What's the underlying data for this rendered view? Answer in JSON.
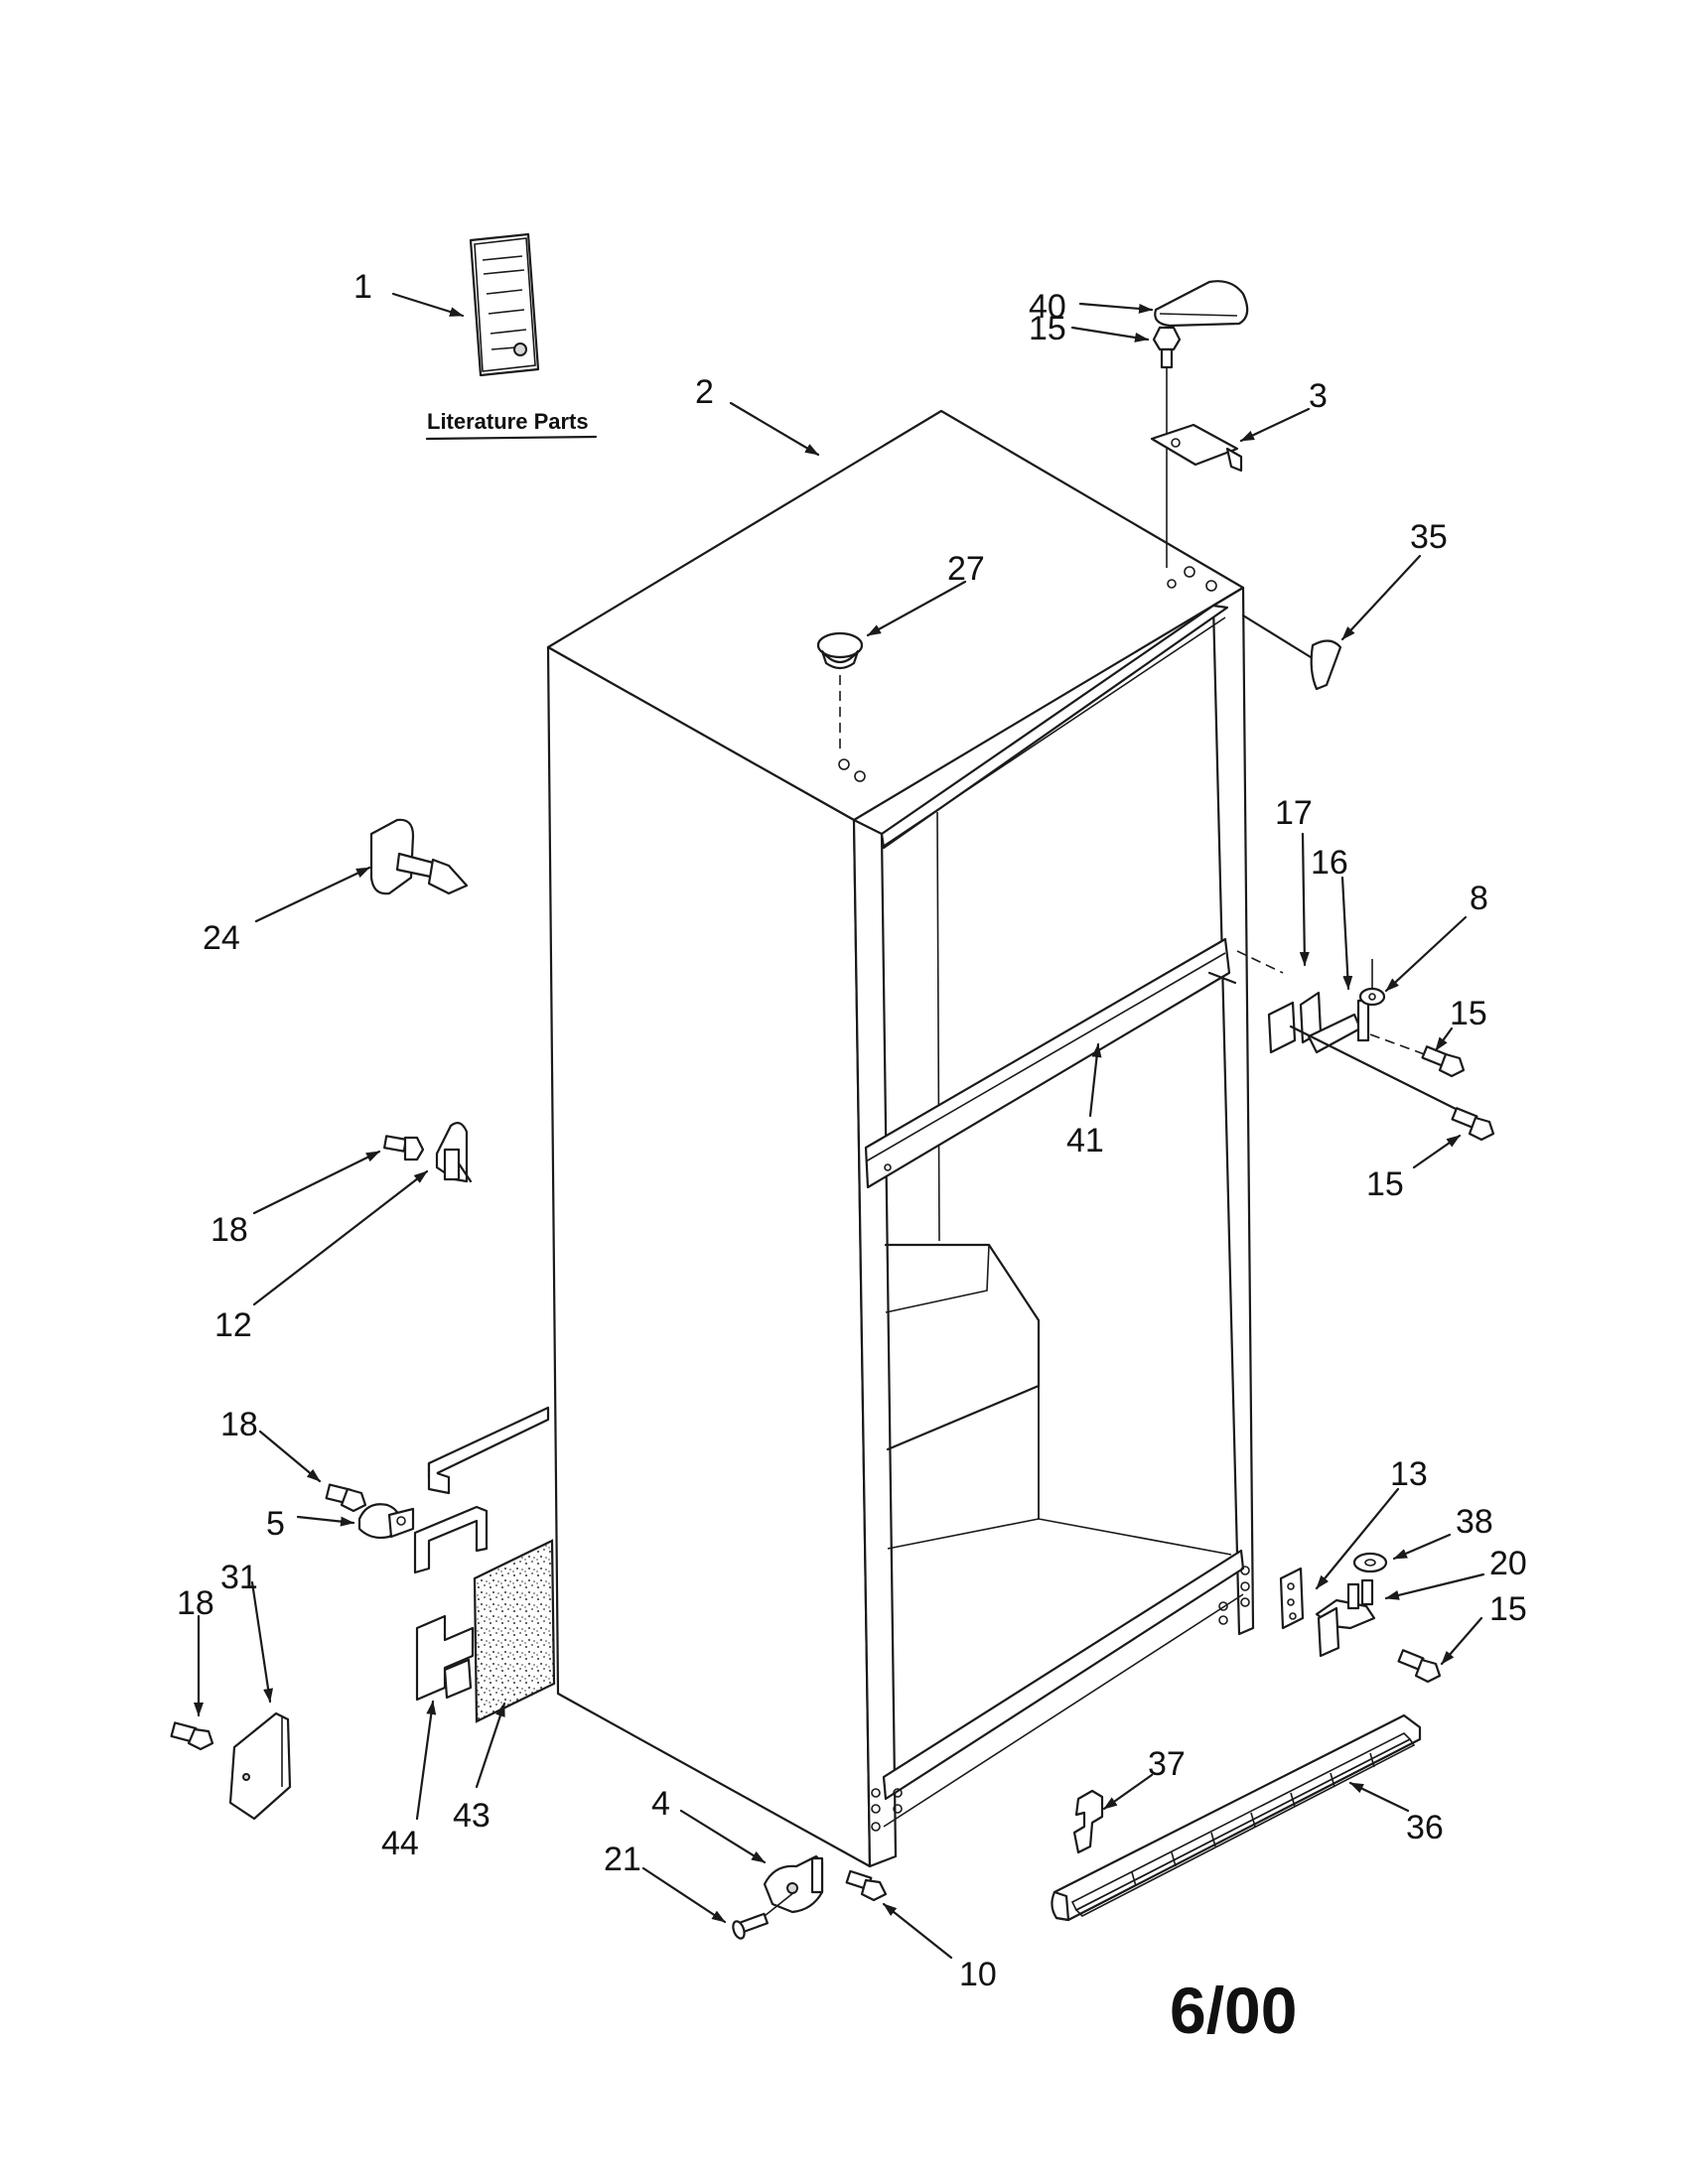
{
  "literature_label": "Literature Parts",
  "date_code": "6/00",
  "callouts": [
    {
      "id": "c1",
      "text": "1"
    },
    {
      "id": "c2",
      "text": "2"
    },
    {
      "id": "c40",
      "text": "40"
    },
    {
      "id": "c15a",
      "text": "15"
    },
    {
      "id": "c3",
      "text": "3"
    },
    {
      "id": "c27",
      "text": "27"
    },
    {
      "id": "c35",
      "text": "35"
    },
    {
      "id": "c24",
      "text": "24"
    },
    {
      "id": "c17",
      "text": "17"
    },
    {
      "id": "c16",
      "text": "16"
    },
    {
      "id": "c8",
      "text": "8"
    },
    {
      "id": "c15b",
      "text": "15"
    },
    {
      "id": "c41",
      "text": "41"
    },
    {
      "id": "c15c",
      "text": "15"
    },
    {
      "id": "c18a",
      "text": "18"
    },
    {
      "id": "c12",
      "text": "12"
    },
    {
      "id": "c18b",
      "text": "18"
    },
    {
      "id": "c5",
      "text": "5"
    },
    {
      "id": "c31",
      "text": "31"
    },
    {
      "id": "c18c",
      "text": "18"
    },
    {
      "id": "c13",
      "text": "13"
    },
    {
      "id": "c38",
      "text": "38"
    },
    {
      "id": "c20",
      "text": "20"
    },
    {
      "id": "c15d",
      "text": "15"
    },
    {
      "id": "c44",
      "text": "44"
    },
    {
      "id": "c43",
      "text": "43"
    },
    {
      "id": "c37",
      "text": "37"
    },
    {
      "id": "c36",
      "text": "36"
    },
    {
      "id": "c4",
      "text": "4"
    },
    {
      "id": "c21",
      "text": "21"
    },
    {
      "id": "c10",
      "text": "10"
    }
  ]
}
